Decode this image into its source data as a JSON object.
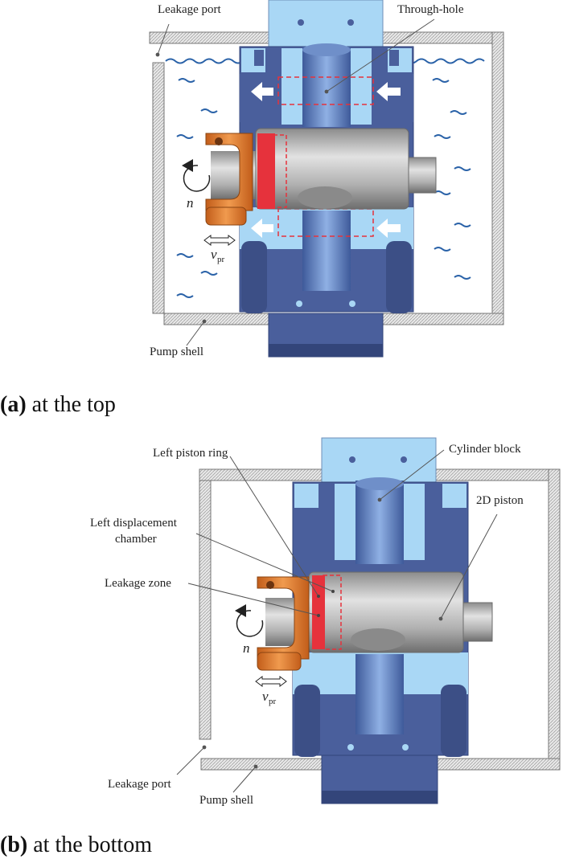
{
  "panel_a": {
    "labels": {
      "leakage_port": "Leakage port",
      "through_hole": "Through-hole",
      "pump_shell": "Pump shell",
      "n": "n",
      "v": "v",
      "v_sub": "pr"
    },
    "caption_tag": "(a)",
    "caption_text": " at the top"
  },
  "panel_b": {
    "labels": {
      "left_piston_ring": "Left piston ring",
      "cylinder_block": "Cylinder block",
      "left_displacement_chamber_1": "Left displacement",
      "left_displacement_chamber_2": "chamber",
      "two_d_piston": "2D piston",
      "leakage_zone": "Leakage zone",
      "leakage_port": "Leakage port",
      "pump_shell": "Pump shell",
      "n": "n",
      "v": "v",
      "v_sub": "pr"
    },
    "caption_tag": "(b)",
    "caption_text": " at the bottom"
  },
  "colors": {
    "block_dark": "#4a5f9c",
    "block_light": "#a9d7f5",
    "piston_gray": "#b7b7b7",
    "orange": "#e07b2e",
    "red": "#e6323c",
    "water": "#2a62a8",
    "shell": "#cfcfcf"
  }
}
